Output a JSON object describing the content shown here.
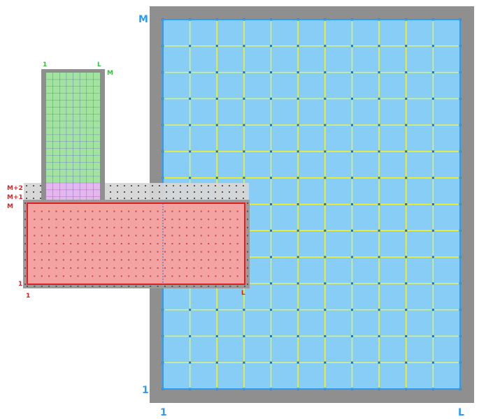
{
  "colors": {
    "frame_gray": "#8f8f8f",
    "large_fill": "#87cdf6",
    "large_border": "#2a9df4",
    "large_grid": "#f2f23a",
    "large_node": "#1c6fb6",
    "green_fill": "#a3e3a0",
    "green_border": "#808080",
    "overlap_fill": "#e6b7ee",
    "ghost_fill": "#d9d9d9",
    "red_fill": "#f4a3a3",
    "red_border": "#e02020",
    "label_blue": "#2a9df4",
    "label_green": "#3cb94a",
    "label_red": "#e02020"
  },
  "large_grid": {
    "labels": {
      "y_top": "M",
      "y_bottom": "1",
      "x_left": "1",
      "x_right": "L"
    },
    "columns": 11,
    "rows": 14
  },
  "green_grid": {
    "labels": {
      "x_left": "1",
      "x_right": "L",
      "corner": "M"
    },
    "columns": 8,
    "rows": 16
  },
  "red_grid": {
    "labels": {
      "m_plus_2": "M+2",
      "m_plus_1": "M+1",
      "m": "M",
      "y_bottom": "1",
      "x_left": "1",
      "x_right": "L"
    },
    "columns": 30,
    "rows": 10
  }
}
